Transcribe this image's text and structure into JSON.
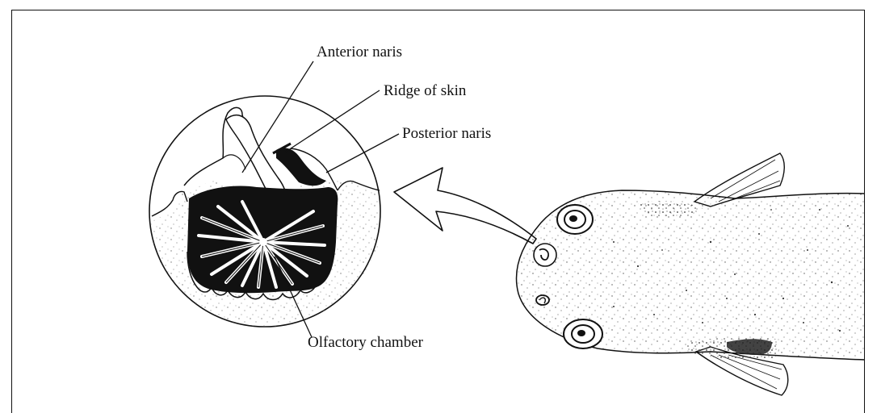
{
  "labels": {
    "anterior_naris": "Anterior naris",
    "ridge_of_skin": "Ridge of skin",
    "posterior_naris": "Posterior naris",
    "olfactory_chamber": "Olfactory chamber"
  },
  "colors": {
    "ink": "#111111",
    "paper": "#ffffff"
  }
}
